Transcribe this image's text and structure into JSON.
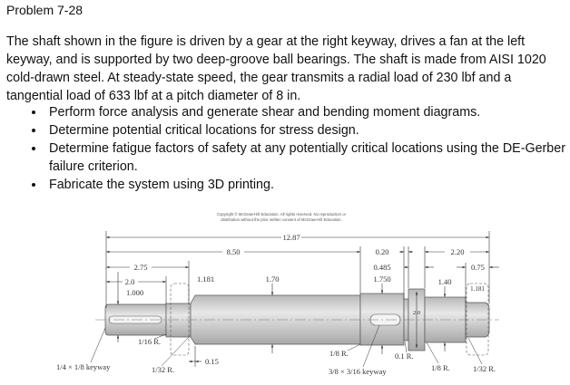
{
  "title": "Problem 7-28",
  "paragraph": "The shaft shown in the figure is driven by a gear at the right keyway, drives a fan at the left keyway, and is supported by two deep-groove ball bearings. The shaft is made from AISI 1020 cold-drawn steel. At steady-state speed, the gear transmits a radial load of 230 lbf and a tangential load of 633 lbf at a pitch diameter of 8 in.",
  "bullets": [
    "Perform force analysis and generate shear and bending moment diagrams.",
    "Determine potential critical locations for stress design.",
    "Determine fatigue factors of safety at any potentially critical locations using the DE-Gerber failure criterion.",
    "Fabricate the system using 3D printing."
  ],
  "figure": {
    "copyright_line1": "Copyright © McGraw-Hill Education. All rights reserved. No reproduction or",
    "copyright_line2": "distribution without the prior written consent of McGraw-Hill Education.",
    "dims": {
      "total": "12.87",
      "d850": "8.50",
      "d275": "2.75",
      "d20": "2.0",
      "d1000": "1.000",
      "d1181a": "1.181",
      "d170": "1.70",
      "d020": "0.20",
      "d0485": "0.485",
      "d1750": "1.750",
      "d220": "2.20",
      "d075": "0.75",
      "d140": "1.40",
      "d1181b": "1.181",
      "collar": "2.0",
      "d015": "0.15"
    },
    "notes": {
      "r116": "1/16 R.",
      "r132a": "1/32 R.",
      "keyway_left": "1/4 × 1/8 keyway",
      "r18a": "1/8 R.",
      "keyway_right": "3/8 × 3/16 keyway",
      "r01": "0.1 R.",
      "r18b": "1/8 R.",
      "r132b": "1/32 R."
    }
  }
}
